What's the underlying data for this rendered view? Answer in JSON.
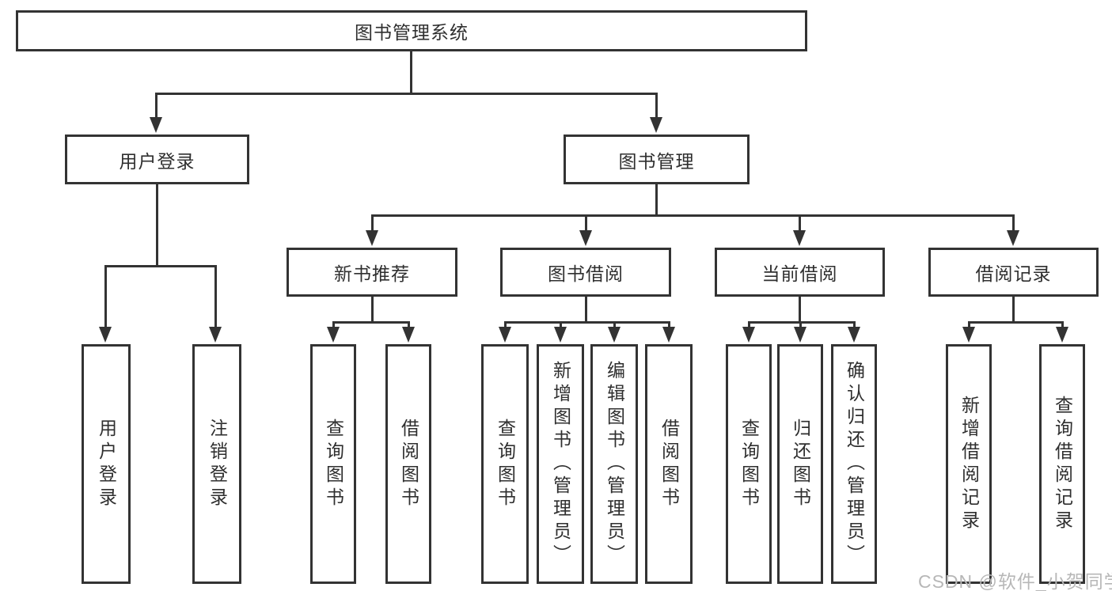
{
  "tree": {
    "root": {
      "label": "图书管理系统"
    },
    "branches": [
      {
        "label": "用户登录",
        "children": [
          {
            "label": "用户登录"
          },
          {
            "label": "注销登录"
          }
        ]
      },
      {
        "label": "图书管理",
        "sections": [
          {
            "label": "新书推荐",
            "children": [
              {
                "label": "查询图书"
              },
              {
                "label": "借阅图书"
              }
            ]
          },
          {
            "label": "图书借阅",
            "children": [
              {
                "label": "查询图书"
              },
              {
                "label": "新增图书（管理员）"
              },
              {
                "label": "编辑图书（管理员）"
              },
              {
                "label": "借阅图书"
              }
            ]
          },
          {
            "label": "当前借阅",
            "children": [
              {
                "label": "查询图书"
              },
              {
                "label": "归还图书"
              },
              {
                "label": "确认归还（管理员）"
              }
            ]
          },
          {
            "label": "借阅记录",
            "children": [
              {
                "label": "新增借阅记录"
              },
              {
                "label": "查询借阅记录"
              }
            ]
          }
        ]
      }
    ]
  },
  "watermark": {
    "text": "CSDN @软件_小贺同学"
  },
  "colors": {
    "line": "#333333",
    "box_border": "#333333",
    "text": "#2f2f2f",
    "watermark": "#b7b7b7",
    "background": "#ffffff"
  }
}
